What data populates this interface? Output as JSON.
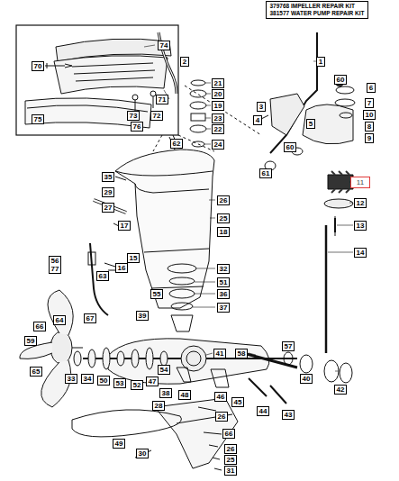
{
  "diagram": {
    "nodes": [
      {
        "text": [
          "379768 IMPELLER REPAIR KIT",
          "381577 WATER PUMP REPAIR KIT"
        ]
      },
      {
        "text": [
          "74"
        ]
      },
      {
        "text": [
          "70"
        ]
      },
      {
        "text": [
          "71"
        ]
      },
      {
        "text": [
          "72"
        ]
      },
      {
        "text": [
          "73"
        ]
      },
      {
        "text": [
          "75"
        ]
      },
      {
        "text": [
          "76"
        ]
      },
      {
        "text": [
          "2"
        ]
      },
      {
        "text": [
          "21"
        ]
      },
      {
        "text": [
          "20"
        ]
      },
      {
        "text": [
          "19"
        ]
      },
      {
        "text": [
          "23"
        ]
      },
      {
        "text": [
          "22"
        ]
      },
      {
        "text": [
          "24"
        ]
      },
      {
        "text": [
          "62"
        ]
      },
      {
        "text": [
          "1"
        ]
      },
      {
        "text": [
          "60"
        ]
      },
      {
        "text": [
          "6"
        ]
      },
      {
        "text": [
          "7"
        ]
      },
      {
        "text": [
          "10"
        ]
      },
      {
        "text": [
          "8"
        ]
      },
      {
        "text": [
          "9"
        ]
      },
      {
        "text": [
          "3"
        ]
      },
      {
        "text": [
          "4"
        ]
      },
      {
        "text": [
          "5"
        ]
      },
      {
        "text": [
          "60"
        ]
      },
      {
        "text": [
          "61"
        ]
      },
      {
        "text": [
          "11"
        ]
      },
      {
        "text": [
          "12"
        ]
      },
      {
        "text": [
          "13"
        ]
      },
      {
        "text": [
          "14"
        ]
      },
      {
        "text": [
          "35"
        ]
      },
      {
        "text": [
          "29"
        ]
      },
      {
        "text": [
          "27"
        ]
      },
      {
        "text": [
          "17"
        ]
      },
      {
        "text": [
          "26"
        ]
      },
      {
        "text": [
          "25"
        ]
      },
      {
        "text": [
          "18"
        ]
      },
      {
        "text": [
          "15"
        ]
      },
      {
        "text": [
          "16"
        ]
      },
      {
        "text": [
          "56",
          "77"
        ]
      },
      {
        "text": [
          "63"
        ]
      },
      {
        "text": [
          "32"
        ]
      },
      {
        "text": [
          "51"
        ]
      },
      {
        "text": [
          "36"
        ]
      },
      {
        "text": [
          "37"
        ]
      },
      {
        "text": [
          "55"
        ]
      },
      {
        "text": [
          "39"
        ]
      },
      {
        "text": [
          "66"
        ]
      },
      {
        "text": [
          "64"
        ]
      },
      {
        "text": [
          "67"
        ]
      },
      {
        "text": [
          "59"
        ]
      },
      {
        "text": [
          "65"
        ]
      },
      {
        "text": [
          "33"
        ]
      },
      {
        "text": [
          "34"
        ]
      },
      {
        "text": [
          "50"
        ]
      },
      {
        "text": [
          "53"
        ]
      },
      {
        "text": [
          "52"
        ]
      },
      {
        "text": [
          "47"
        ]
      },
      {
        "text": [
          "54"
        ]
      },
      {
        "text": [
          "41"
        ]
      },
      {
        "text": [
          "58"
        ]
      },
      {
        "text": [
          "57"
        ]
      },
      {
        "text": [
          "40"
        ]
      },
      {
        "text": [
          "42"
        ]
      },
      {
        "text": [
          "38"
        ]
      },
      {
        "text": [
          "48"
        ]
      },
      {
        "text": [
          "46"
        ]
      },
      {
        "text": [
          "45"
        ]
      },
      {
        "text": [
          "44"
        ]
      },
      {
        "text": [
          "43"
        ]
      },
      {
        "text": [
          "28"
        ]
      },
      {
        "text": [
          "26"
        ]
      },
      {
        "text": [
          "66"
        ]
      },
      {
        "text": [
          "49"
        ]
      },
      {
        "text": [
          "30"
        ]
      },
      {
        "text": [
          "26"
        ]
      },
      {
        "text": [
          "25"
        ]
      },
      {
        "text": [
          "31"
        ]
      }
    ]
  }
}
